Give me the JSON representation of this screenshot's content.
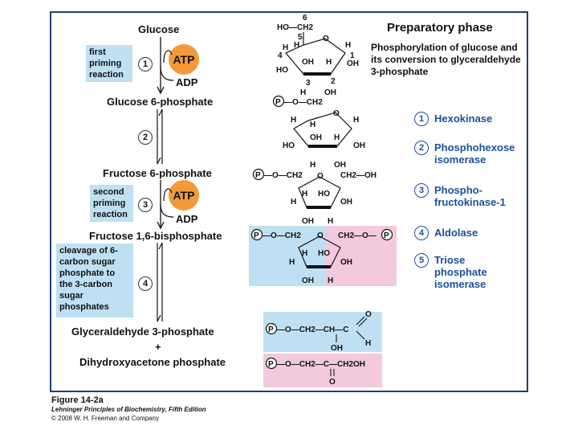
{
  "left_pathway": {
    "glucose": "Glucose",
    "g6p": "Glucose 6-phosphate",
    "f6p": "Fructose 6-phosphate",
    "f16bp": "Fructose 1,6-bisphosphate",
    "gap": "Glyceraldehyde 3-phosphate",
    "plus": "+",
    "dhap": "Dihydroxyacetone phosphate",
    "atp": "ATP",
    "adp": "ADP",
    "first_priming": "first priming reaction",
    "second_priming": "second priming reaction",
    "cleavage": "cleavage of 6-carbon sugar phosphate to the 3-carbon sugar phosphates"
  },
  "step_numbers": [
    "1",
    "2",
    "3",
    "4",
    "5"
  ],
  "right_panel": {
    "title": "Preparatory phase",
    "subtitle": "Phosphorylation of glucose and its conversion to glyceraldehyde 3-phosphate",
    "enzymes": [
      {
        "num": "1",
        "name": "Hexokinase"
      },
      {
        "num": "2",
        "name": "Phosphohexose isomerase"
      },
      {
        "num": "3",
        "name": "Phospho- fructokinase-1"
      },
      {
        "num": "4",
        "name": "Aldolase"
      },
      {
        "num": "5",
        "name": "Triose phosphate isomerase"
      }
    ]
  },
  "structures": {
    "phosphate": "P",
    "ring_o": "O",
    "h": "H",
    "oh": "OH",
    "ho": "HO",
    "ho_ch2": "HO—CH2",
    "ch2": "CH2",
    "ch2_oh": "CH2—OH",
    "ch2_o_p": "CH2—O—",
    "p_o_ch2": "—O—CH2",
    "carbons": [
      "6",
      "5",
      "4",
      "3",
      "2",
      "1"
    ],
    "gap_chain": "—O—CH2—CH—C",
    "dhap_chain": "—O—CH2—C—CH2OH"
  },
  "colors": {
    "frame": "#1f3d7a",
    "blue_box": "#bfe0f3",
    "pink_box": "#f3c9dd",
    "atp": "#f29a3a",
    "enzyme_text": "#1b4f9c"
  },
  "caption": {
    "figure": "Figure 14-2a",
    "book": "Lehninger Principles of Biochemistry, Fifth Edition",
    "copyright": "© 2008 W. H. Freeman and Company"
  }
}
